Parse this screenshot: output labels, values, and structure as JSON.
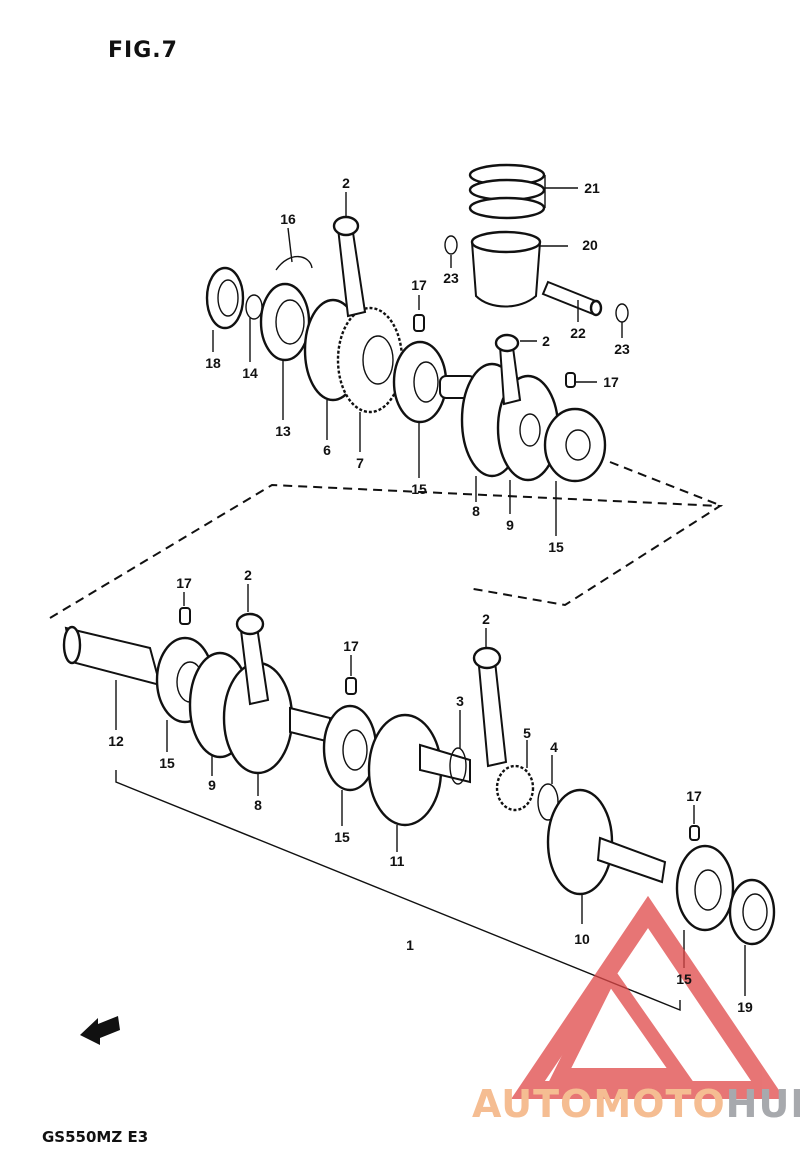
{
  "figure": {
    "title": "FIG.7",
    "model_code": "GS550MZ E3",
    "watermark": {
      "brand_primary": "AUTOMOTO",
      "brand_secondary": "HUB",
      "primary_color": "#f5bd92",
      "secondary_color": "#a7a9ad",
      "logo_color": "#e04848"
    }
  },
  "callouts": {
    "c1": "1",
    "c2a": "2",
    "c2b": "2",
    "c2c": "2",
    "c2d": "2",
    "c3": "3",
    "c4": "4",
    "c5": "5",
    "c6": "6",
    "c7": "7",
    "c8a": "8",
    "c8b": "8",
    "c9a": "9",
    "c9b": "9",
    "c10": "10",
    "c11": "11",
    "c12": "12",
    "c13": "13",
    "c14": "14",
    "c15a": "15",
    "c15b": "15",
    "c15c": "15",
    "c15d": "15",
    "c15e": "15",
    "c16": "16",
    "c17a": "17",
    "c17b": "17",
    "c17c": "17",
    "c17d": "17",
    "c17e": "17",
    "c18": "18",
    "c19": "19",
    "c20": "20",
    "c21": "21",
    "c22": "22",
    "c23a": "23",
    "c23b": "23"
  },
  "icons": [
    "direction-arrow-icon",
    "automotohub-logo-icon"
  ]
}
